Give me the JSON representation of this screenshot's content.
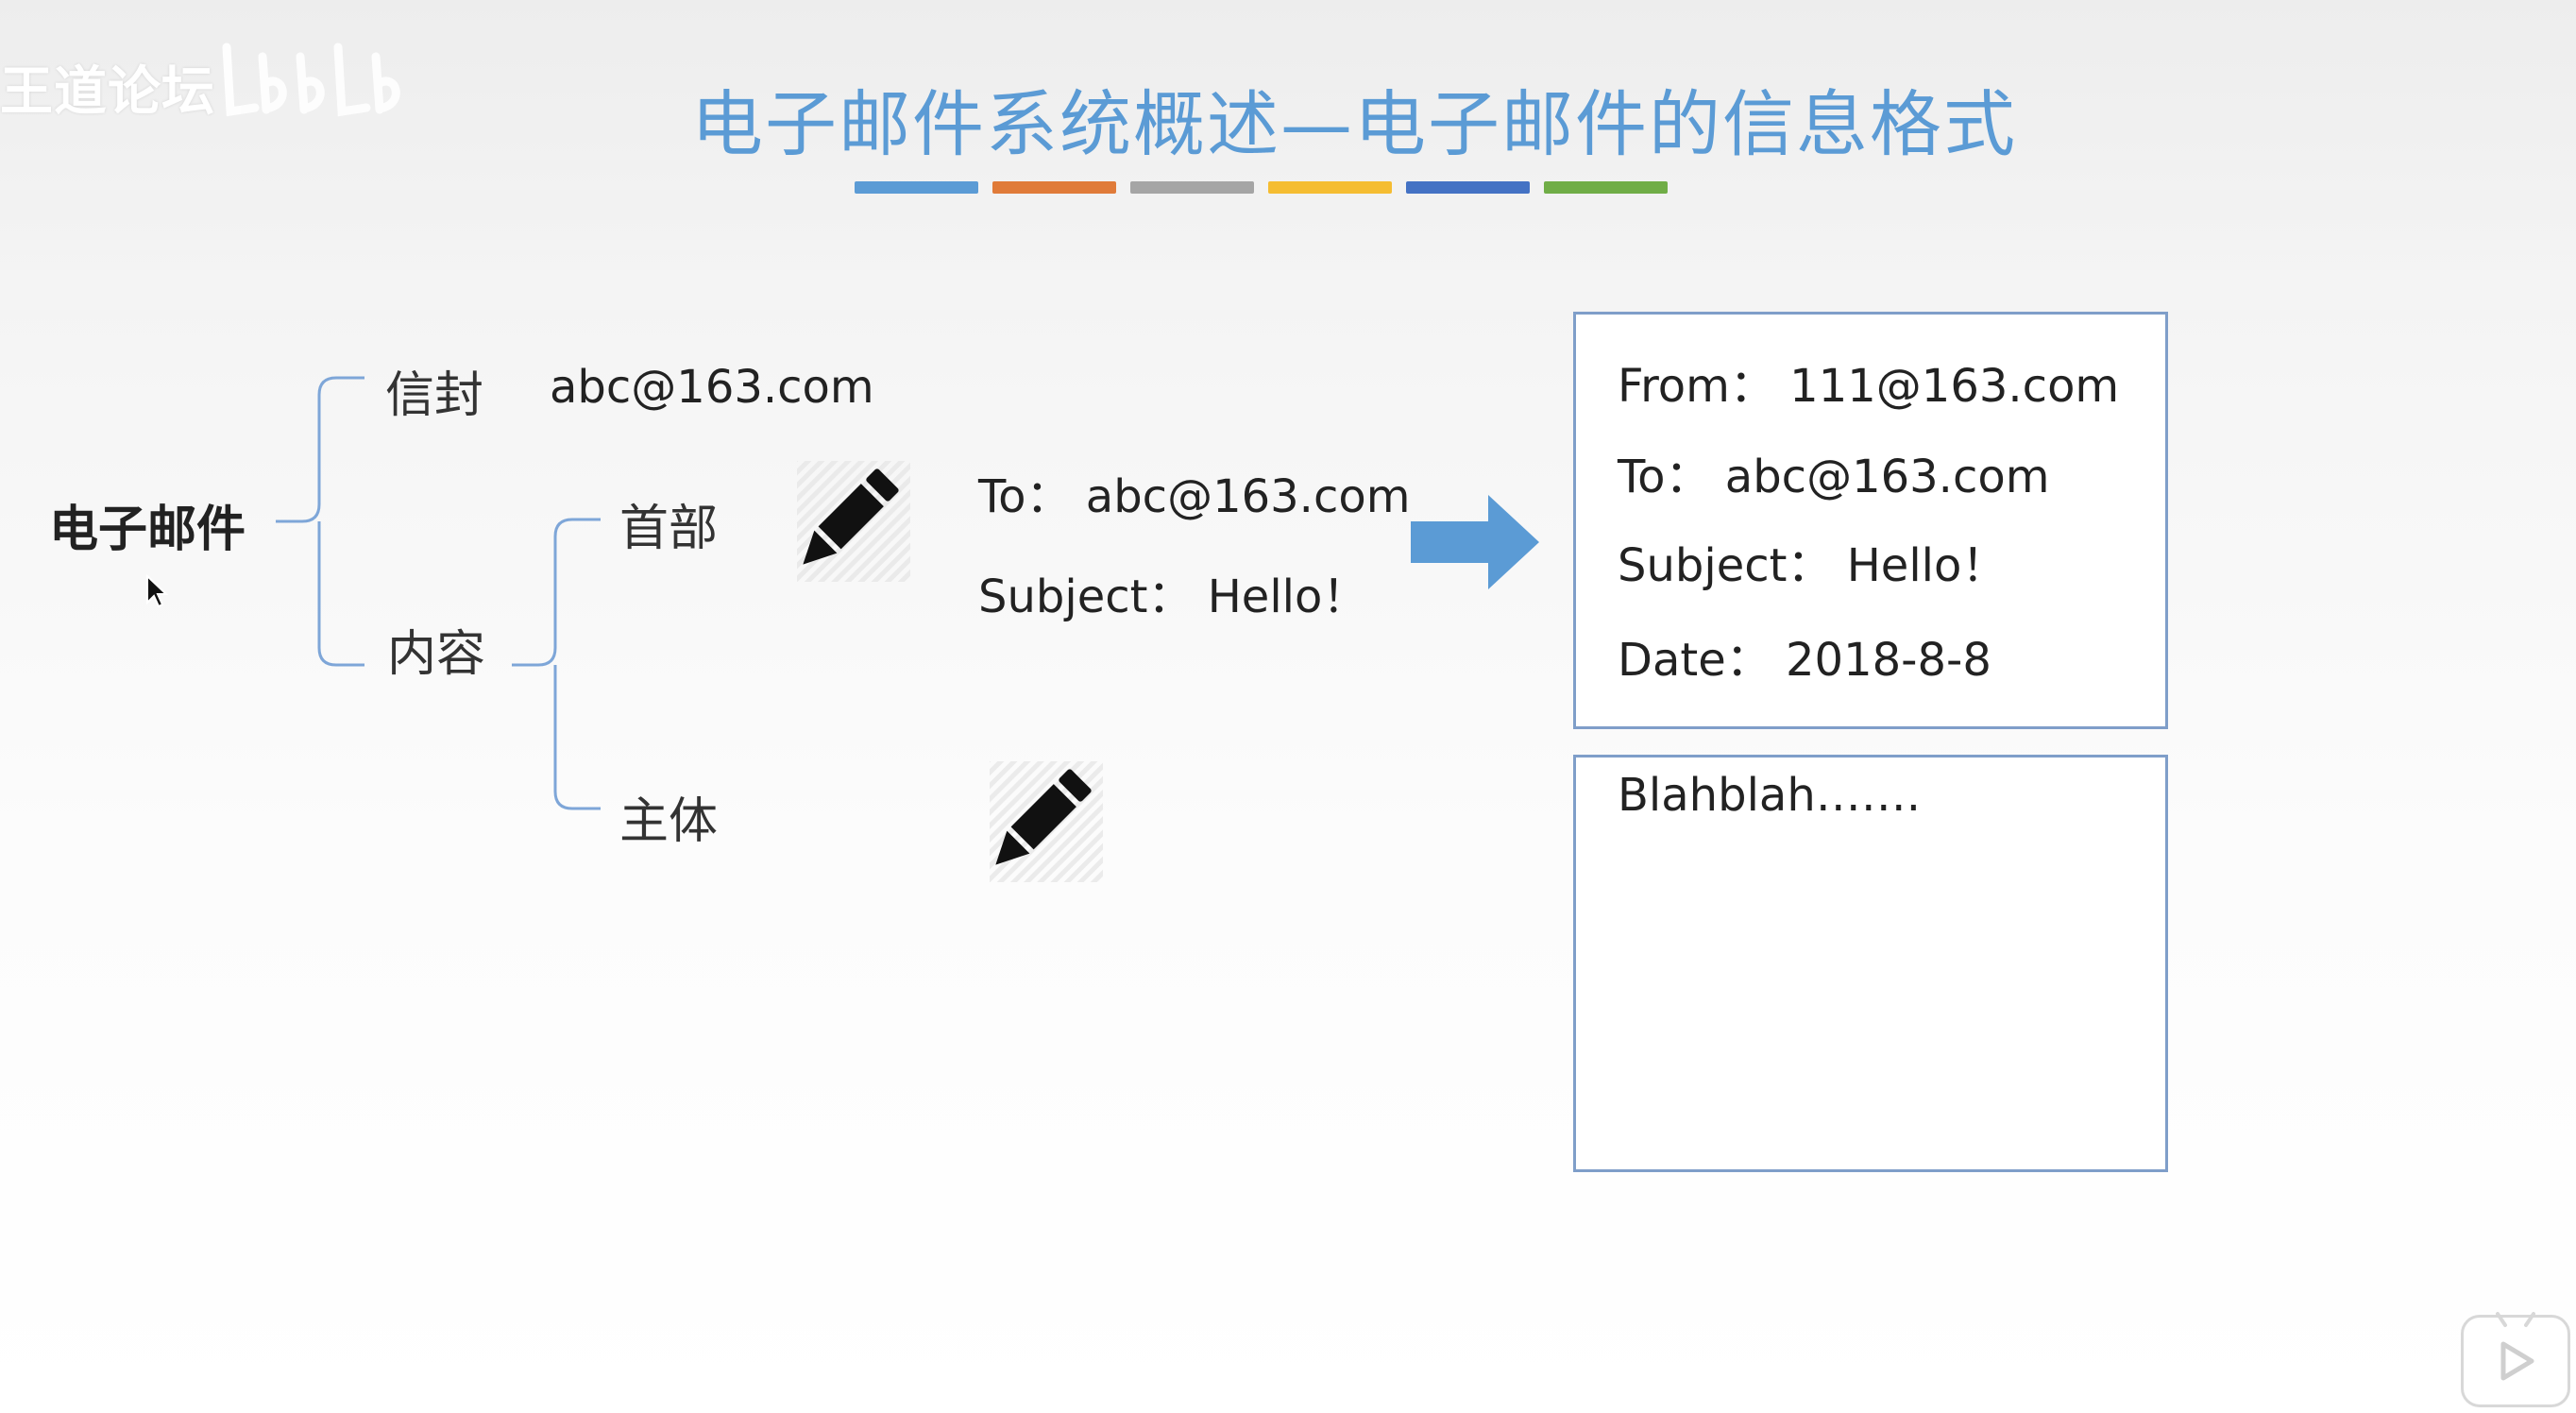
{
  "watermark": {
    "forum": "王道论坛"
  },
  "slide": {
    "title": "电子邮件系统概述—电子邮件的信息格式",
    "title_bar_colors": [
      "#5b9bd5",
      "#e07b39",
      "#a5a5a5",
      "#f5bd32",
      "#4472c4",
      "#70ad47"
    ],
    "tree": {
      "root": "电子邮件",
      "envelope_label": "信封",
      "content_label": "内容",
      "header_label": "首部",
      "body_label": "主体"
    },
    "envelope_address": "abc@163.com",
    "header_input": {
      "to": "To：  abc@163.com",
      "subject": "Subject：  Hello！"
    },
    "header_box": {
      "from": "From：  111@163.com",
      "to": "To：  abc@163.com",
      "subject": "Subject：  Hello！",
      "date": "Date：  2018-8-8"
    },
    "body_box": {
      "text": "Blahblah……."
    },
    "colors": {
      "accent_blue": "#5b9bd5",
      "box_border": "#7f9ec9",
      "bracket": "#7ea6d8"
    }
  },
  "icons": [
    "pencil-icon",
    "arrow-right-icon",
    "mouse-cursor-icon",
    "play-icon"
  ]
}
